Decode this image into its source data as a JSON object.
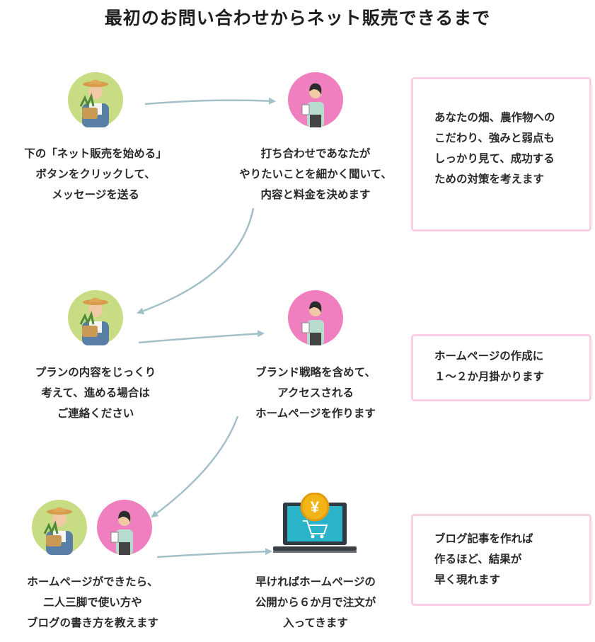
{
  "title": "最初のお問い合わせからネット販売できるまで",
  "colors": {
    "farmer_circle": "#c8dc84",
    "consultant_circle": "#f07fbf",
    "arrow": "#a3c0c9",
    "note_border": "#f8cfe3"
  },
  "icons": {
    "farmer": "farmer-avatar-icon",
    "consultant": "consultant-avatar-icon",
    "shop": "laptop-shopping-cart-yen-icon"
  },
  "steps": [
    {
      "lines": [
        "下の「ネット販売を始める」",
        "ボタンをクリックして、",
        "メッセージを送る"
      ]
    },
    {
      "lines": [
        "打ち合わせであなたが",
        "やりたいことを細かく聞いて、",
        "内容と料金を決めます"
      ]
    },
    {
      "lines": [
        "プランの内容をじっくり",
        "考えて、進める場合は",
        "ご連絡ください"
      ]
    },
    {
      "lines": [
        "ブランド戦略を含めて、",
        "アクセスされる",
        "ホームページを作ります"
      ]
    },
    {
      "lines": [
        "ホームページができたら、",
        "二人三脚で使い方や",
        "ブログの書き方を教えます"
      ]
    },
    {
      "lines": [
        "早ければホームページの",
        "公開から６か月で注文が",
        "入ってきます"
      ]
    }
  ],
  "notes": [
    {
      "lines": [
        "あなたの畑、農作物への",
        "こだわり、強みと弱点も",
        "しっかり見て、成功する",
        "ための対策を考えます"
      ]
    },
    {
      "lines": [
        "ホームページの作成に",
        "１〜２か月掛かります"
      ]
    },
    {
      "lines": [
        "ブログ記事を作れば",
        "作るほど、結果が",
        "早く現れます"
      ]
    }
  ],
  "currency_symbol": "¥"
}
